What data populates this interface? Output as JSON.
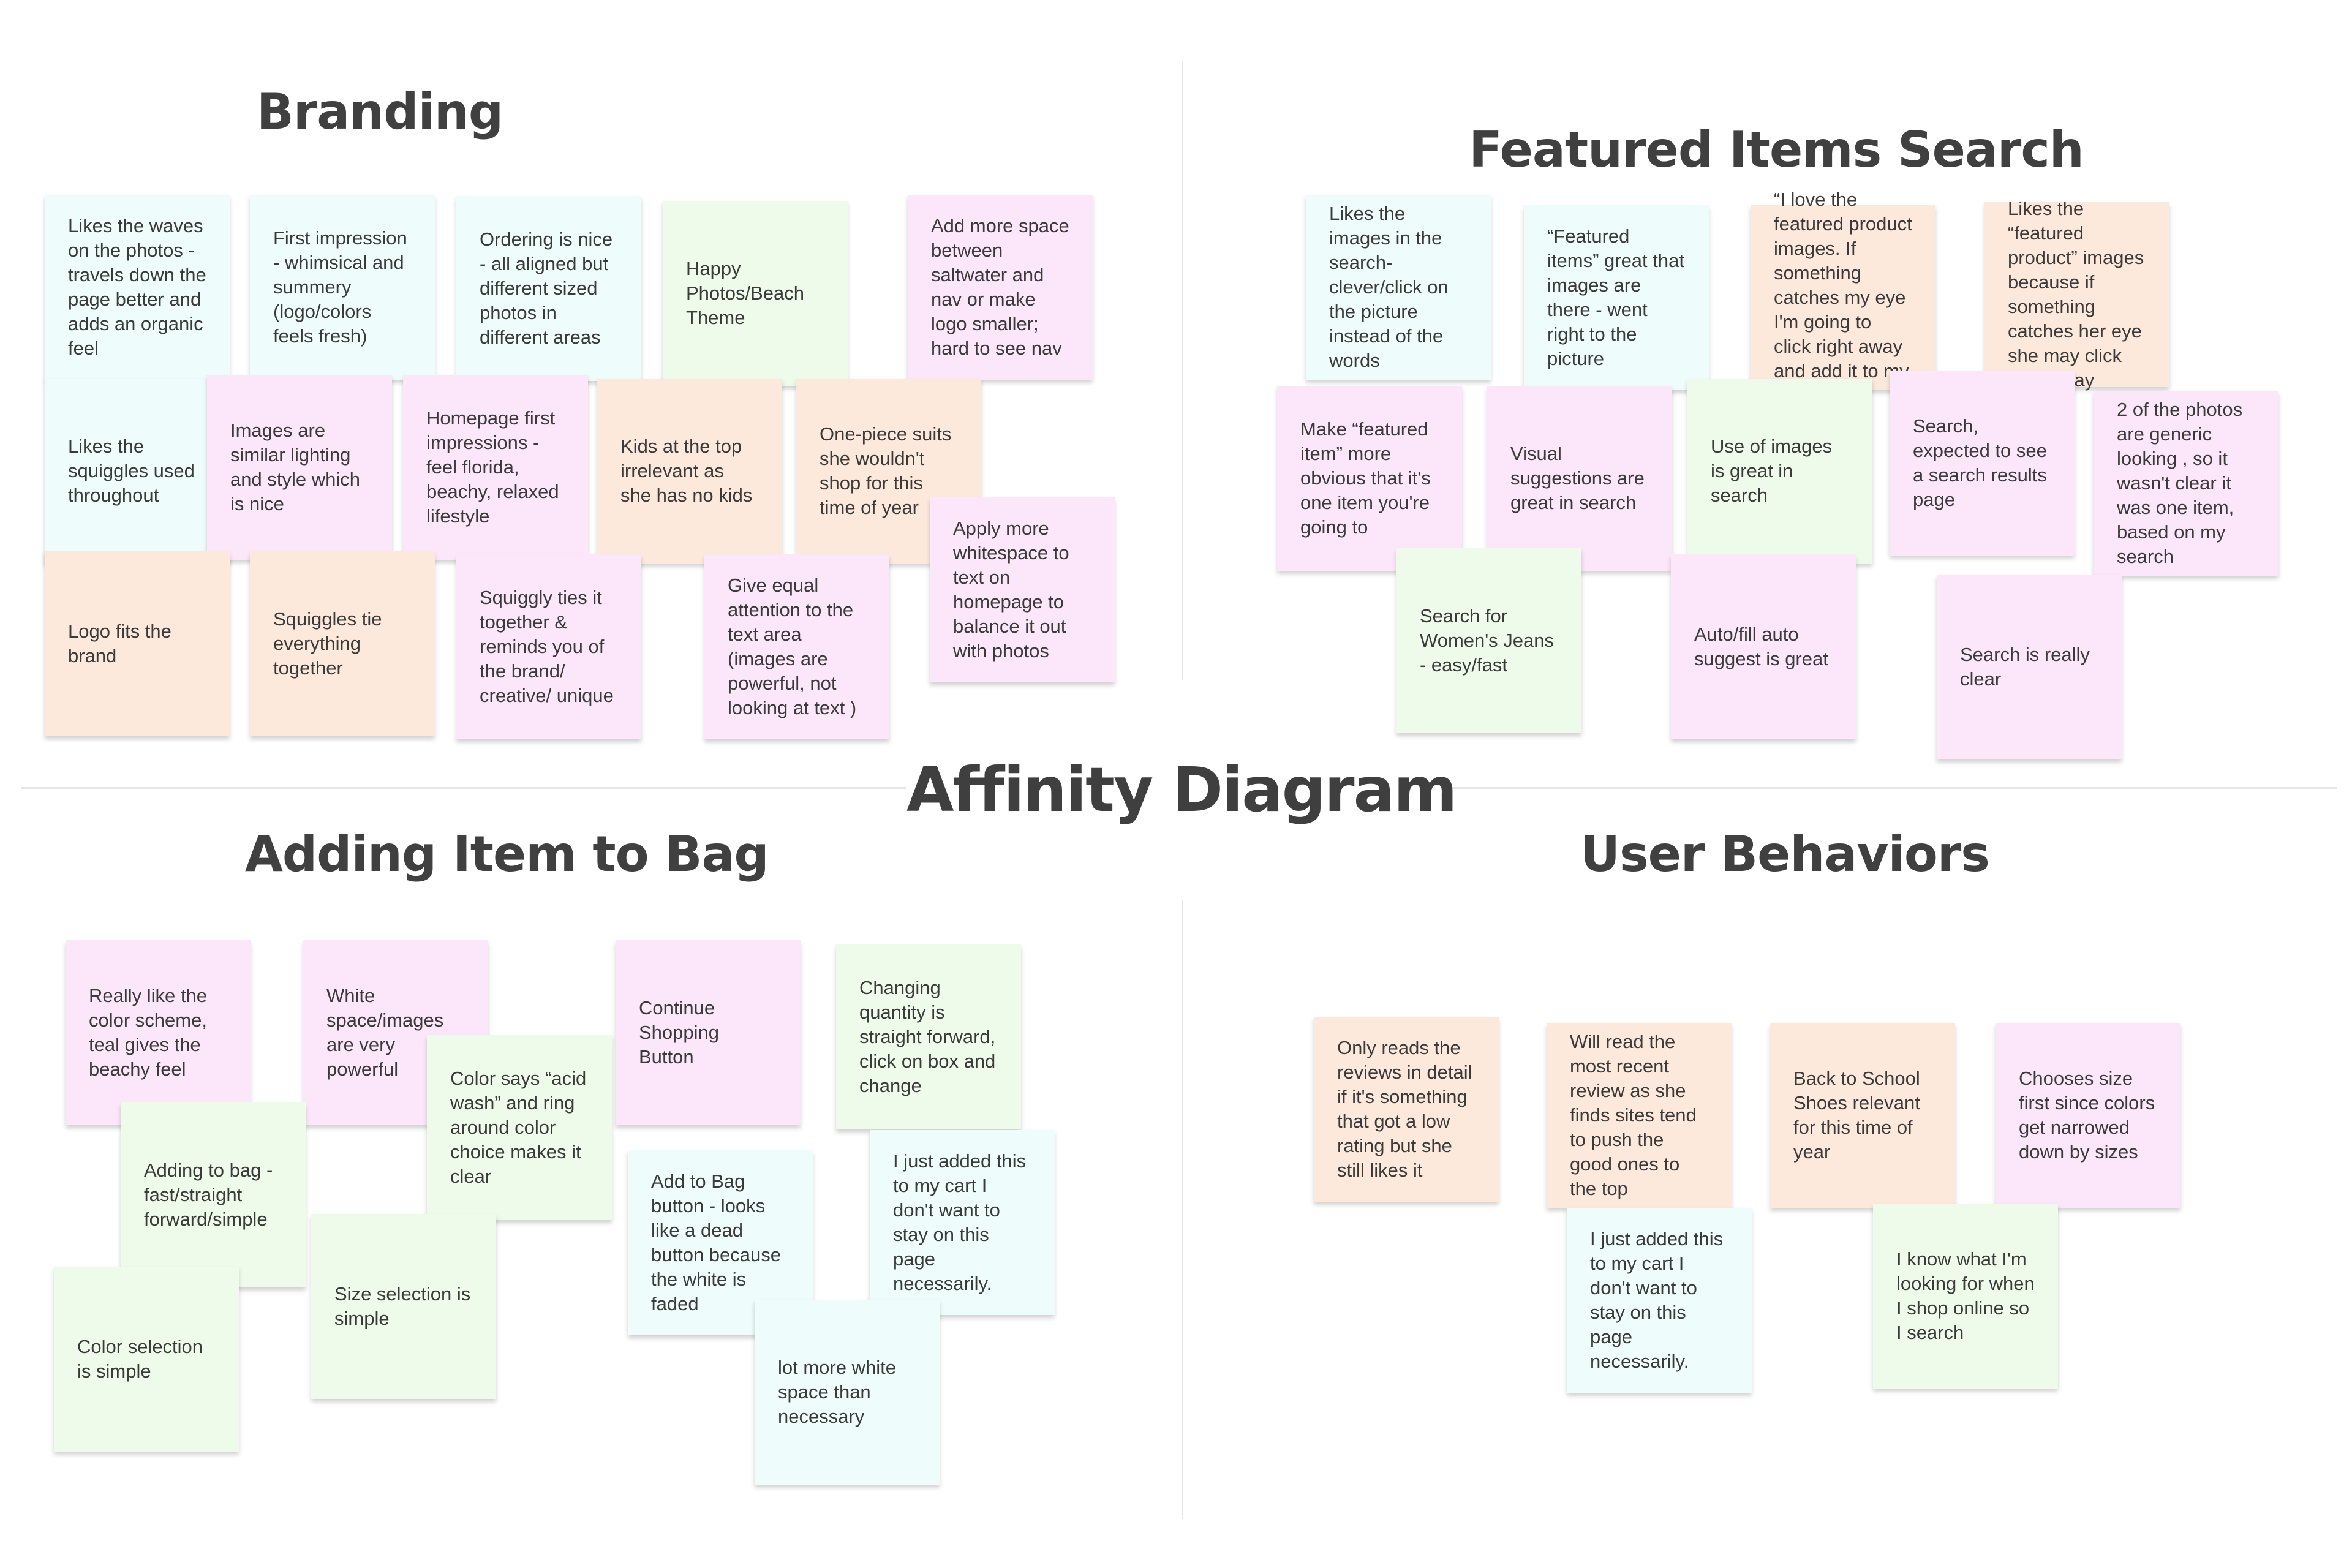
{
  "title": "Affinity Diagram",
  "colors": {
    "teal": "#eefcfc",
    "pink": "#fbe7f9",
    "green": "#eefaea",
    "orange": "#fde9dc",
    "text": "#3a3a3a",
    "heading": "#404040",
    "divider": "#e6e6e6"
  },
  "sections": {
    "branding": {
      "title": "Branding",
      "notes": [
        {
          "text": "Likes the waves on the photos - travels down the page better and adds an organic feel",
          "color": "teal"
        },
        {
          "text": "First impression - whimsical and summery (logo/colors feels fresh)",
          "color": "teal"
        },
        {
          "text": "Ordering is nice - all aligned but different sized photos in different areas",
          "color": "teal"
        },
        {
          "text": "Happy Photos/Beach Theme",
          "color": "green"
        },
        {
          "text": "Add more space between saltwater and nav or make logo smaller; hard to see nav",
          "color": "pink"
        },
        {
          "text": "Likes the squiggles used throughout",
          "color": "teal"
        },
        {
          "text": "Images are similar lighting and style which is nice",
          "color": "pink"
        },
        {
          "text": "Homepage first impressions - feel florida, beachy, relaxed lifestyle",
          "color": "pink"
        },
        {
          "text": "Kids at the top irrelevant as she has no kids",
          "color": "orange"
        },
        {
          "text": "One-piece suits she wouldn't shop for this time of year",
          "color": "orange"
        },
        {
          "text": "Apply more whitespace to text on homepage to balance it out with photos",
          "color": "pink"
        },
        {
          "text": "Logo fits the brand",
          "color": "orange"
        },
        {
          "text": "Squiggles tie everything together",
          "color": "orange"
        },
        {
          "text": "Squiggly ties it together & reminds you of the brand/ creative/ unique",
          "color": "pink"
        },
        {
          "text": "Give equal attention to the text area (images are powerful, not looking at text )",
          "color": "pink"
        }
      ]
    },
    "featured": {
      "title": "Featured Items Search",
      "notes": [
        {
          "text": "Likes the images in the search- clever/click on the picture instead of the words",
          "color": "teal"
        },
        {
          "text": "“Featured items” great that images are there - went right to the picture",
          "color": "teal"
        },
        {
          "text": "“I love the featured product images. If something catches my eye I'm going to click right away and add it to my bag”",
          "color": "orange"
        },
        {
          "text": "Likes the “featured product” images because if something catches her eye she may click right away",
          "color": "orange"
        },
        {
          "text": "Make “featured item” more obvious that it's one item you're going to",
          "color": "pink"
        },
        {
          "text": "Visual suggestions are great in search",
          "color": "pink"
        },
        {
          "text": "Use of images is great in search",
          "color": "green"
        },
        {
          "text": "Search, expected to see a search results page",
          "color": "pink"
        },
        {
          "text": "2 of the photos are generic looking , so it wasn't clear it was one item, based on my search",
          "color": "pink"
        },
        {
          "text": "Search for Women's Jeans - easy/fast",
          "color": "green"
        },
        {
          "text": "Auto/fill auto suggest is great",
          "color": "pink"
        },
        {
          "text": "Search is really clear",
          "color": "pink"
        }
      ]
    },
    "adding": {
      "title": "Adding Item to Bag",
      "notes": [
        {
          "text": "Really like the color scheme, teal gives the beachy feel",
          "color": "pink"
        },
        {
          "text": "White space/images are very powerful",
          "color": "pink"
        },
        {
          "text": "Continue Shopping Button",
          "color": "pink"
        },
        {
          "text": "Changing quantity is straight forward, click on box and change",
          "color": "green"
        },
        {
          "text": "Adding to bag - fast/straight forward/simple",
          "color": "green"
        },
        {
          "text": "Color says “acid wash” and ring around color choice makes it clear",
          "color": "green"
        },
        {
          "text": "Add to Bag button - looks like a dead button because the white is faded",
          "color": "teal"
        },
        {
          "text": "I just added this to my cart I don't want to stay on this page necessarily.",
          "color": "teal"
        },
        {
          "text": "Size selection is simple",
          "color": "green"
        },
        {
          "text": "Color selection is simple",
          "color": "green"
        },
        {
          "text": "lot more white space than necessary",
          "color": "teal"
        }
      ]
    },
    "behaviors": {
      "title": "User Behaviors",
      "notes": [
        {
          "text": "Only reads the reviews in detail if it's something that got a low rating but she still likes it",
          "color": "orange"
        },
        {
          "text": "Will read the most recent review as she finds sites tend to push the good ones to the top",
          "color": "orange"
        },
        {
          "text": "Back to School Shoes relevant for this time of year",
          "color": "orange"
        },
        {
          "text": "Chooses size first since colors get narrowed down by sizes",
          "color": "pink"
        },
        {
          "text": "I just added this to my cart I don't want to stay on this page necessarily.",
          "color": "teal"
        },
        {
          "text": "I know what I'm looking for when I shop online so I search",
          "color": "green"
        }
      ]
    }
  }
}
